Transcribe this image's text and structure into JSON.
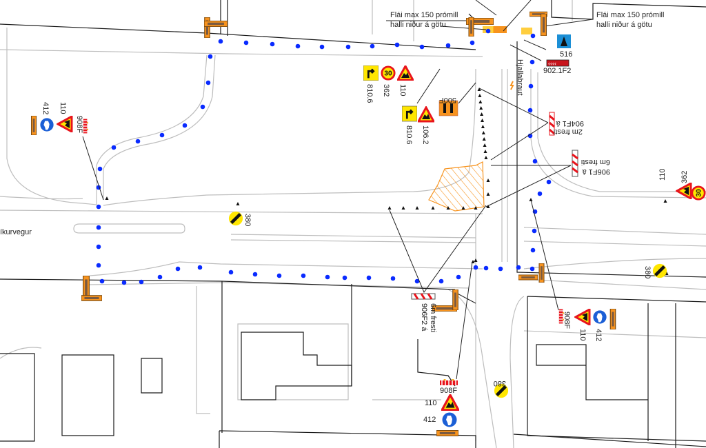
{
  "map": {
    "streets": {
      "hjallabraut": "Hjallabraut",
      "vikurvegur": "íkurvegur"
    },
    "notes": {
      "slope_left_line1": "Flái max 150 prómill",
      "slope_left_line2": "halli niður á götu",
      "slope_right_line1": "Flái max 150 prómill",
      "slope_right_line2": "halli niður á götu",
      "barrier_904_line1": "904F1 á",
      "barrier_904_line2": "2m fresti",
      "barrier_906f1_line1": "906F1 á",
      "barrier_906f1_line2": "6m fresti",
      "barrier_906f2_line1": "906F2 á",
      "barrier_906f2_line2": "6m fresti"
    },
    "sign_codes": {
      "pedestrian_crossing": "516",
      "chevron": "902.1F2",
      "turn_a": "810.6",
      "speed_a": "362",
      "roadwork_a": "110",
      "detour": "500F",
      "turn_b": "810.6",
      "lane_narrow": "106.2",
      "left_pedestrian": "412",
      "left_roadwork": "110",
      "left_barrier": "908F",
      "bump_center": "380",
      "right_roadwork": "110",
      "right_speed": "362",
      "bump_right": "380",
      "br_barrier": "908F",
      "br_roadwork": "110",
      "br_pedestrian": "412",
      "bottom_barrier": "908F",
      "bottom_roadwork": "110",
      "bottom_pedestrian": "412",
      "bump_bottom": "380"
    },
    "colors": {
      "walkway_dot": "#0a2bff",
      "work_zone": "#f7931e",
      "sign_red": "#e8141c",
      "sign_yellow": "#ffe600",
      "sign_blue": "#1b5fd6"
    }
  }
}
